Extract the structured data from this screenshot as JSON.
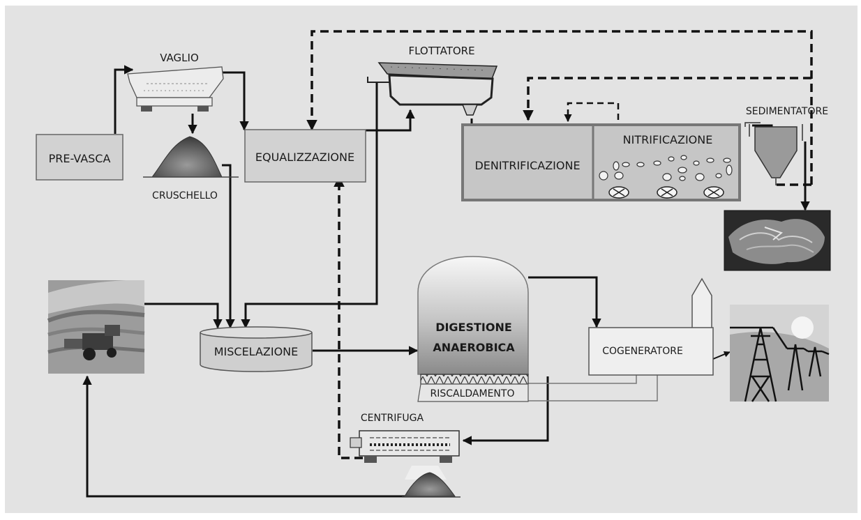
{
  "labels": {
    "vaglio": "VAGLIO",
    "flottatore": "FLOTTATORE",
    "sedimentatore": "SEDIMENTATORE",
    "pre_vasca": "PRE-VASCA",
    "equalizzazione": "EQUALIZZAZIONE",
    "cruschello": "CRUSCHELLO",
    "denitrificazione": "DENITRIFICAZIONE",
    "nitrificazione": "NITRIFICAZIONE",
    "miscelazione": "MISCELAZIONE",
    "digestione_line1": "DIGESTIONE",
    "digestione_line2": "ANAEROBICA",
    "riscaldamento": "RISCALDAMENTO",
    "cogeneratore": "COGENERATORE",
    "centrifuga": "CENTRIFUGA"
  },
  "colors": {
    "background": "#e3e3e3",
    "tank_fill": "#cfcfcf",
    "dome_top": "#f7f7f7",
    "dome_bottom": "#8a8a8a",
    "line": "#111111"
  }
}
